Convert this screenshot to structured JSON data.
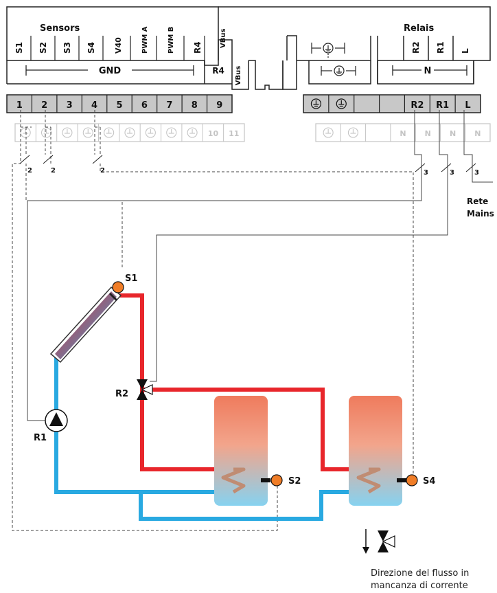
{
  "header": {
    "sensors_title": "Sensors",
    "relais_title": "Relais",
    "sensor_labels": [
      "S1",
      "S2",
      "S3",
      "S4",
      "V40",
      "PWM A",
      "PWM B",
      "R4",
      "VBus"
    ],
    "gnd_label": "GND",
    "r4_lower": "R4",
    "vbus_lower": "VBus",
    "relay_labels": [
      "R2",
      "R1",
      "L"
    ],
    "n_label": "N"
  },
  "terminals": {
    "left": [
      "1",
      "2",
      "3",
      "4",
      "5",
      "6",
      "7",
      "8",
      "9"
    ],
    "right": [
      "R2",
      "R1",
      "L"
    ],
    "lower_right_n": [
      "N",
      "N",
      "N",
      "N"
    ],
    "lower_left_extra": [
      "10",
      "11"
    ]
  },
  "wire_counts": {
    "sensor": [
      "2",
      "2",
      "2"
    ],
    "relay": [
      "3",
      "3",
      "3"
    ]
  },
  "mains": {
    "line1": "Rete",
    "line2": "Mains"
  },
  "components": {
    "collector_sensor": "S1",
    "valve": "R2",
    "pump": "R1",
    "tank1_sensor": "S2",
    "tank2_sensor": "S4"
  },
  "note": {
    "line1": "Direzione del flusso in",
    "line2": "mancanza di corrente"
  },
  "colors": {
    "hot": "#e8262b",
    "cold": "#29a9e1",
    "sensor": "#f07d27",
    "terminal_fill": "#c8c8c8",
    "ghost": "#c4c4c4",
    "tank_top": "#ef7b5d",
    "tank_bottom": "#8fd4ef"
  }
}
